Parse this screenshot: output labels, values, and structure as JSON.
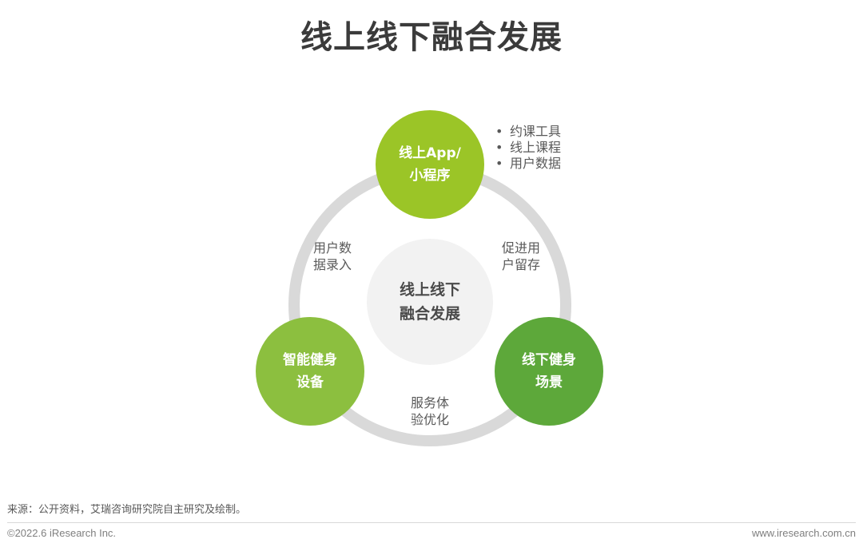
{
  "title": "线上线下融合发展",
  "center": {
    "line1": "线上线下",
    "line2": "融合发展"
  },
  "nodes": {
    "top": {
      "line1": "线上App/",
      "line2": "小程序",
      "color": "#9bc527"
    },
    "left": {
      "line1": "智能健身",
      "line2": "设备",
      "color": "#8cbf3f"
    },
    "right": {
      "line1": "线下健身",
      "line2": "场景",
      "color": "#5da83a"
    }
  },
  "arcs": {
    "left": {
      "line1": "用户数",
      "line2": "据录入"
    },
    "right": {
      "line1": "促进用",
      "line2": "户留存"
    },
    "bottom": {
      "line1": "服务体",
      "line2": "验优化"
    }
  },
  "bullets": [
    "约课工具",
    "线上课程",
    "用户数据"
  ],
  "colors": {
    "ring": "#d9d9d9",
    "center_fill": "#f2f2f2"
  },
  "footer": {
    "source": "来源：公开资料，艾瑞咨询研究院自主研究及绘制。",
    "copyright": "©2022.6 iResearch Inc.",
    "website": "www.iresearch.com.cn"
  }
}
